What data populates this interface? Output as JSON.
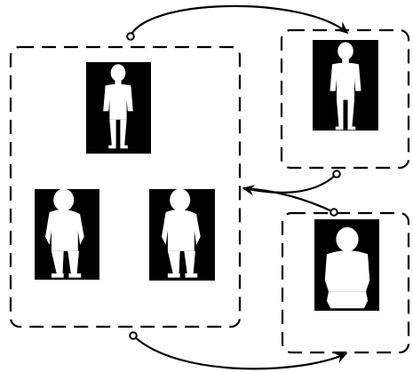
{
  "diagram": {
    "groups": [
      {
        "id": "main-group",
        "silhouettes": [
          "upright-figure",
          "stooping-figure-left",
          "stooping-figure-right"
        ]
      },
      {
        "id": "top-right-group",
        "silhouettes": [
          "standing-figure"
        ]
      },
      {
        "id": "bottom-right-group",
        "silhouettes": [
          "front-view-figure"
        ]
      }
    ],
    "connections": [
      {
        "from": "main-group",
        "to": "top-right-group"
      },
      {
        "from": "top-right-group",
        "to": "main-group"
      },
      {
        "from": "bottom-right-group",
        "to": "main-group"
      },
      {
        "from": "main-group",
        "to": "bottom-right-group"
      }
    ],
    "colors": {
      "stroke": "#000000",
      "background": "#ffffff",
      "silhouette": "#ffffff",
      "tile": "#000000"
    }
  }
}
